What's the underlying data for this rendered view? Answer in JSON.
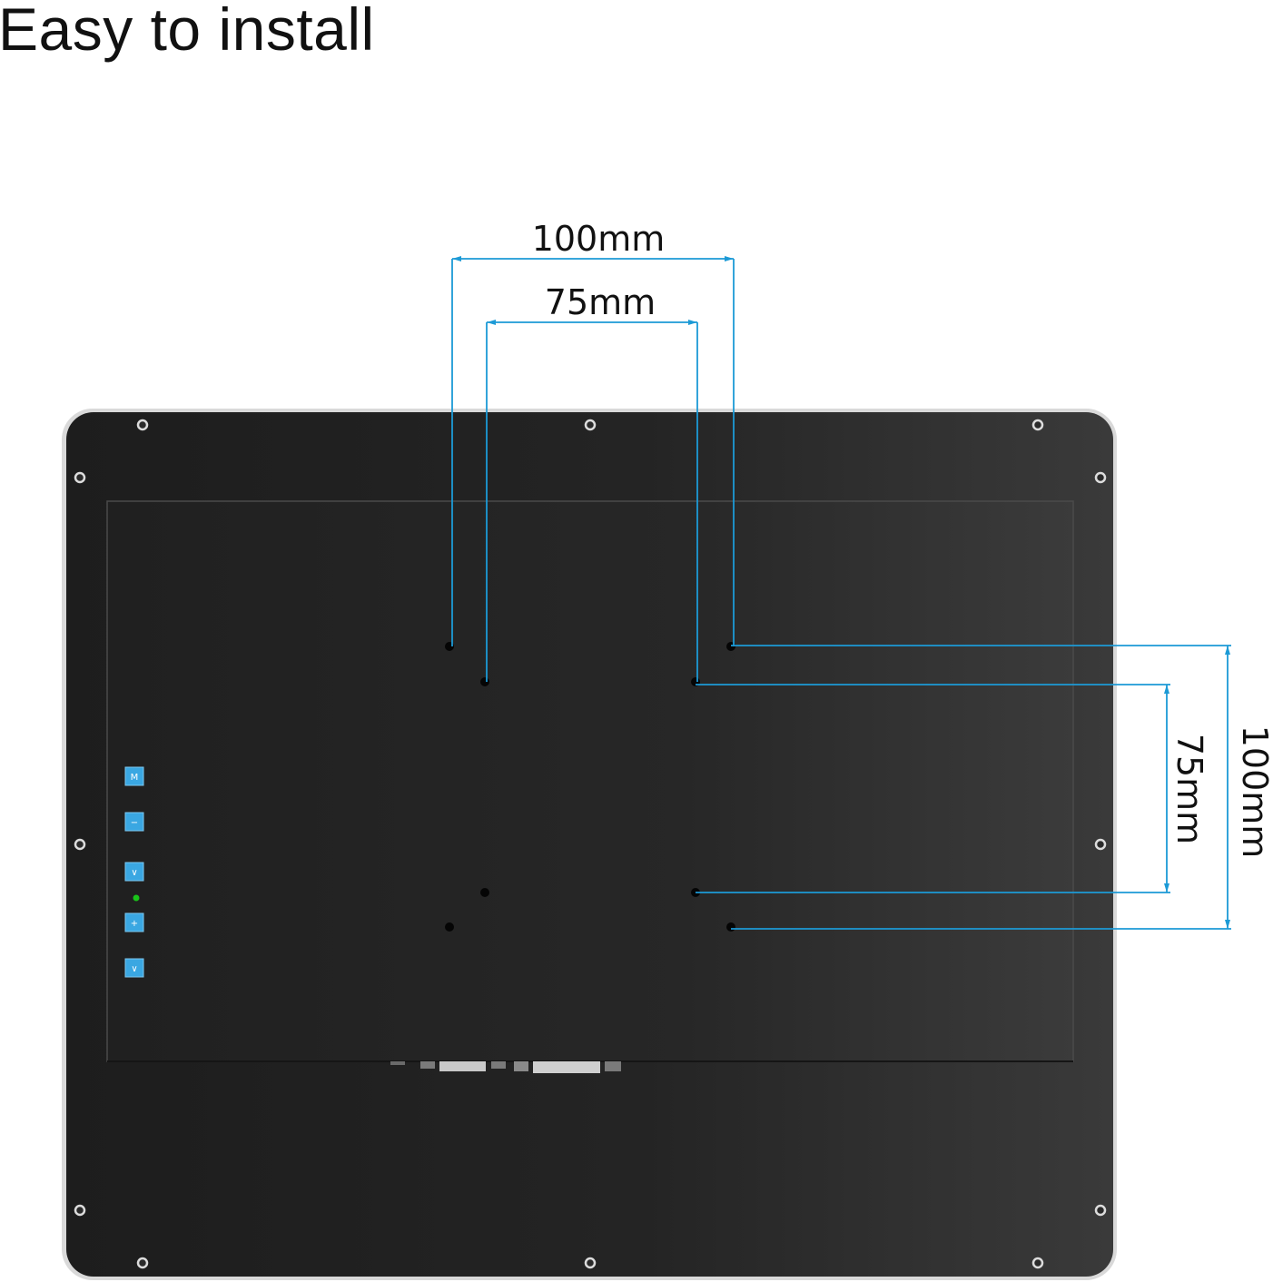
{
  "page": {
    "title": "Easy to install"
  },
  "dimensions": {
    "outer_horizontal": "100mm",
    "inner_horizontal": "75mm",
    "outer_vertical": "100mm",
    "inner_vertical": "75mm"
  },
  "colors": {
    "dimension_line": "#1c9ad6",
    "bezel": "#232323",
    "frame": "#d8d8d8",
    "button": "#3aa7e2",
    "led": "#19c419"
  },
  "side_buttons": [
    {
      "glyph": "M"
    },
    {
      "glyph": "−"
    },
    {
      "glyph": "∨"
    },
    {
      "glyph": "+"
    },
    {
      "glyph": "∨"
    }
  ]
}
